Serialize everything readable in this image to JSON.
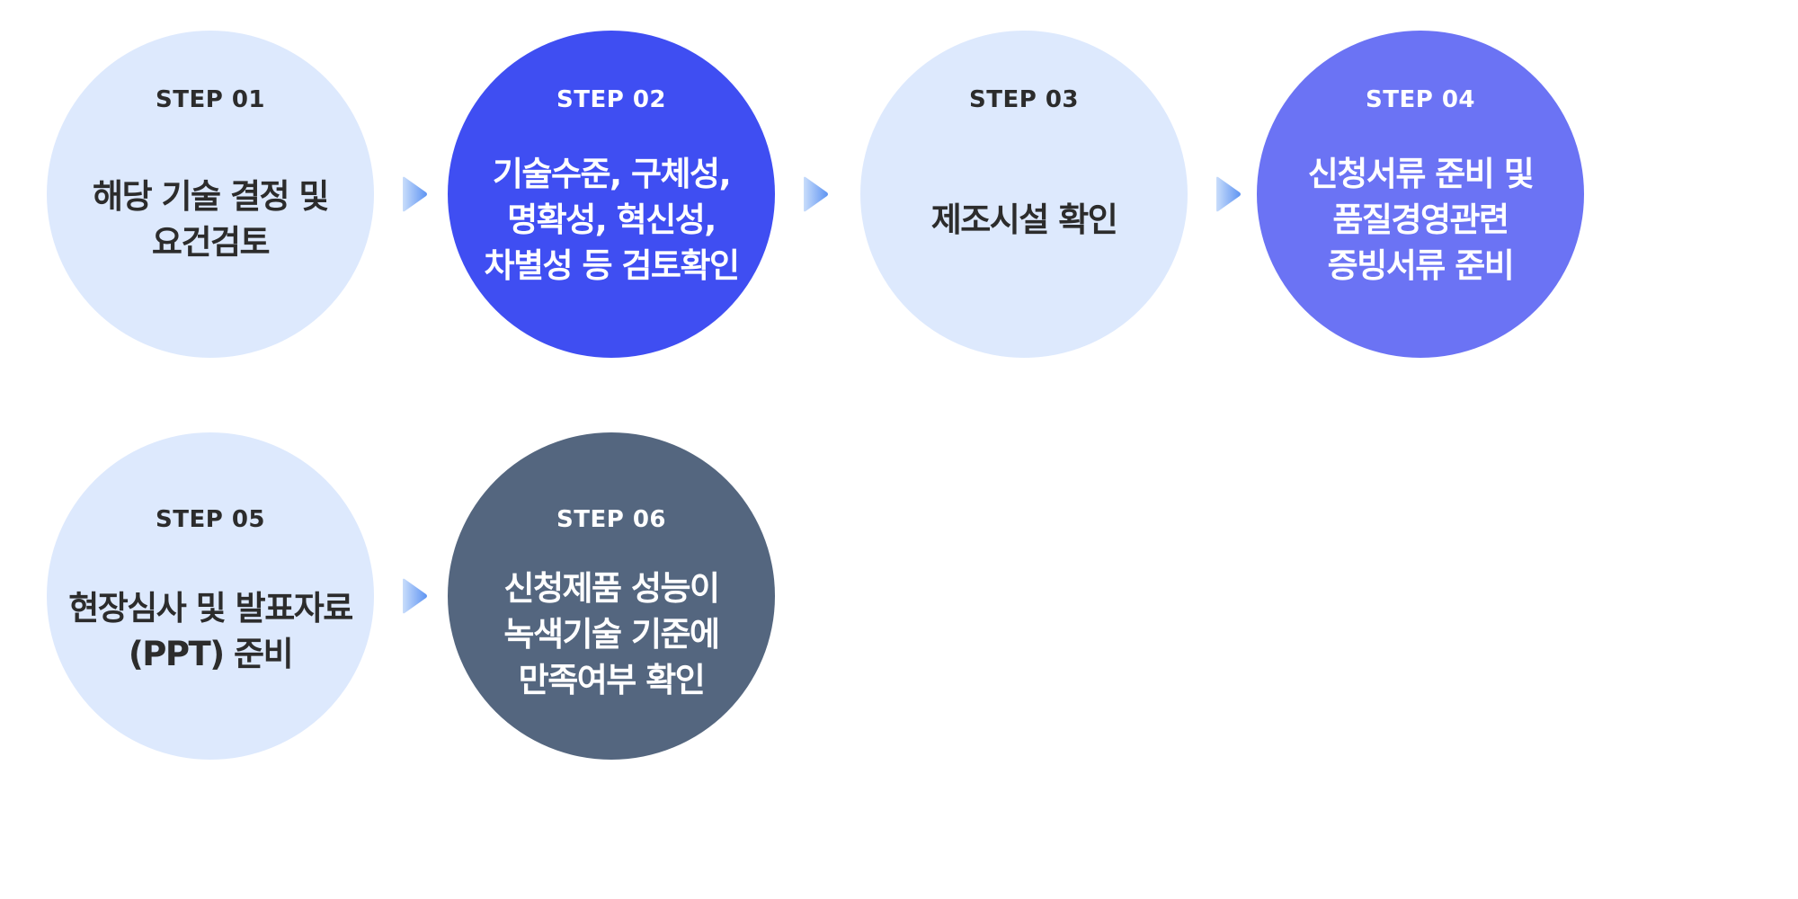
{
  "colors": {
    "light": "#dbe8fd",
    "primary": "#3f4ef2",
    "medium": "#6b73f4",
    "slate": "#54667f",
    "dark_text": "#2c2c2c",
    "light_text": "#ffffff",
    "arrow_light": "#c9ddfb",
    "arrow_dark": "#5e94f2"
  },
  "steps": [
    {
      "label": "STEP 01",
      "description": "해당 기술 결정 및\n요건검토",
      "style": "light"
    },
    {
      "label": "STEP 02",
      "description": "기술수준, 구체성,\n명확성, 혁신성,\n차별성 등 검토확인",
      "style": "primary"
    },
    {
      "label": "STEP 03",
      "description": "제조시설 확인",
      "style": "light"
    },
    {
      "label": "STEP 04",
      "description": "신청서류 준비 및\n품질경영관련\n증빙서류 준비",
      "style": "medium"
    },
    {
      "label": "STEP 05",
      "description": "현장심사 및 발표자료\n(PPT) 준비",
      "style": "light"
    },
    {
      "label": "STEP 06",
      "description": "신청제품 성능이\n녹색기술 기준에\n만족여부 확인",
      "style": "slate"
    }
  ],
  "arrows": [
    "arrow-right-icon",
    "arrow-right-icon",
    "arrow-right-icon",
    "arrow-right-icon"
  ]
}
